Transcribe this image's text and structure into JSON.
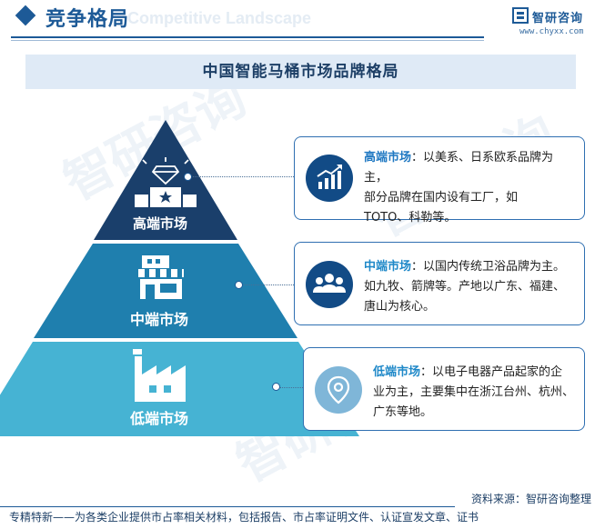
{
  "header": {
    "title": "竞争格局",
    "ghost_text": "Competitive Landscape"
  },
  "logo": {
    "name": "智研咨询",
    "url": "www.chyxx.com"
  },
  "watermark": "智研咨询",
  "banner": {
    "title": "中国智能马桶市场品牌格局"
  },
  "tiers": [
    {
      "label": "高端市场",
      "icon": "diamond-podium-icon",
      "card_icon": "chart-growth-icon",
      "card_title": "高端市场",
      "card_lines": [
        "：以美系、日系欧系品牌为主，",
        "部分品牌在国内设有工厂，如",
        "TOTO、科勒等。"
      ]
    },
    {
      "label": "中端市场",
      "icon": "storefront-icon",
      "card_icon": "people-group-icon",
      "card_title": "中端市场",
      "card_lines": [
        "：以国内传统卫浴品牌为主。",
        "如九牧、箭牌等。产地以广东、福建、",
        "唐山为核心。"
      ]
    },
    {
      "label": "低端市场",
      "icon": "factory-icon",
      "card_icon": "location-pin-icon",
      "card_title": "低端市场",
      "card_lines": [
        "：以电子电器产品起家的企",
        "业为主，主要集中在浙江台州、杭州、",
        "广东等地。"
      ]
    }
  ],
  "colors": {
    "top_tier": "#1a3f6b",
    "mid_tier": "#1f7fae",
    "low_tier": "#46b3d3",
    "accent": "#1d5a97"
  },
  "footer": {
    "source": "资料来源：智研咨询整理",
    "tagline": "专精特新——为各类企业提供市占率相关材料，包括报告、市占率证明文件、认证宣发文章、证书"
  }
}
